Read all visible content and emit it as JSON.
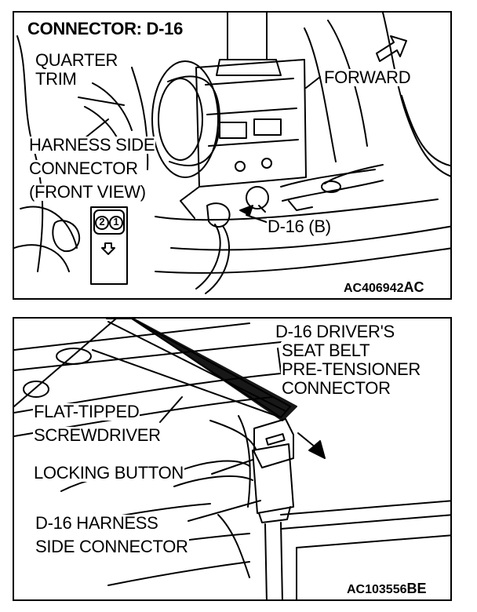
{
  "top_panel": {
    "title": "CONNECTOR: D-16",
    "quarter_trim": [
      "QUARTER",
      "TRIM"
    ],
    "harness_side_connector": [
      "HARNESS SIDE",
      "CONNECTOR",
      "(FRONT VIEW)"
    ],
    "forward": "FORWARD",
    "connector_ref": "D-16 (B)",
    "pin_labels": [
      "2",
      "1"
    ],
    "figure_code": "AC406942",
    "figure_suffix": "AC"
  },
  "bottom_panel": {
    "connector_label": [
      "D-16 DRIVER'S",
      "SEAT BELT",
      "PRE-TENSIONER",
      "CONNECTOR"
    ],
    "screwdriver_label": [
      "FLAT-TIPPED",
      "SCREWDRIVER"
    ],
    "locking_button": "LOCKING BUTTON",
    "harness_label": [
      "D-16 HARNESS",
      "SIDE CONNECTOR"
    ],
    "figure_code": "AC103556",
    "figure_suffix": "BE"
  }
}
